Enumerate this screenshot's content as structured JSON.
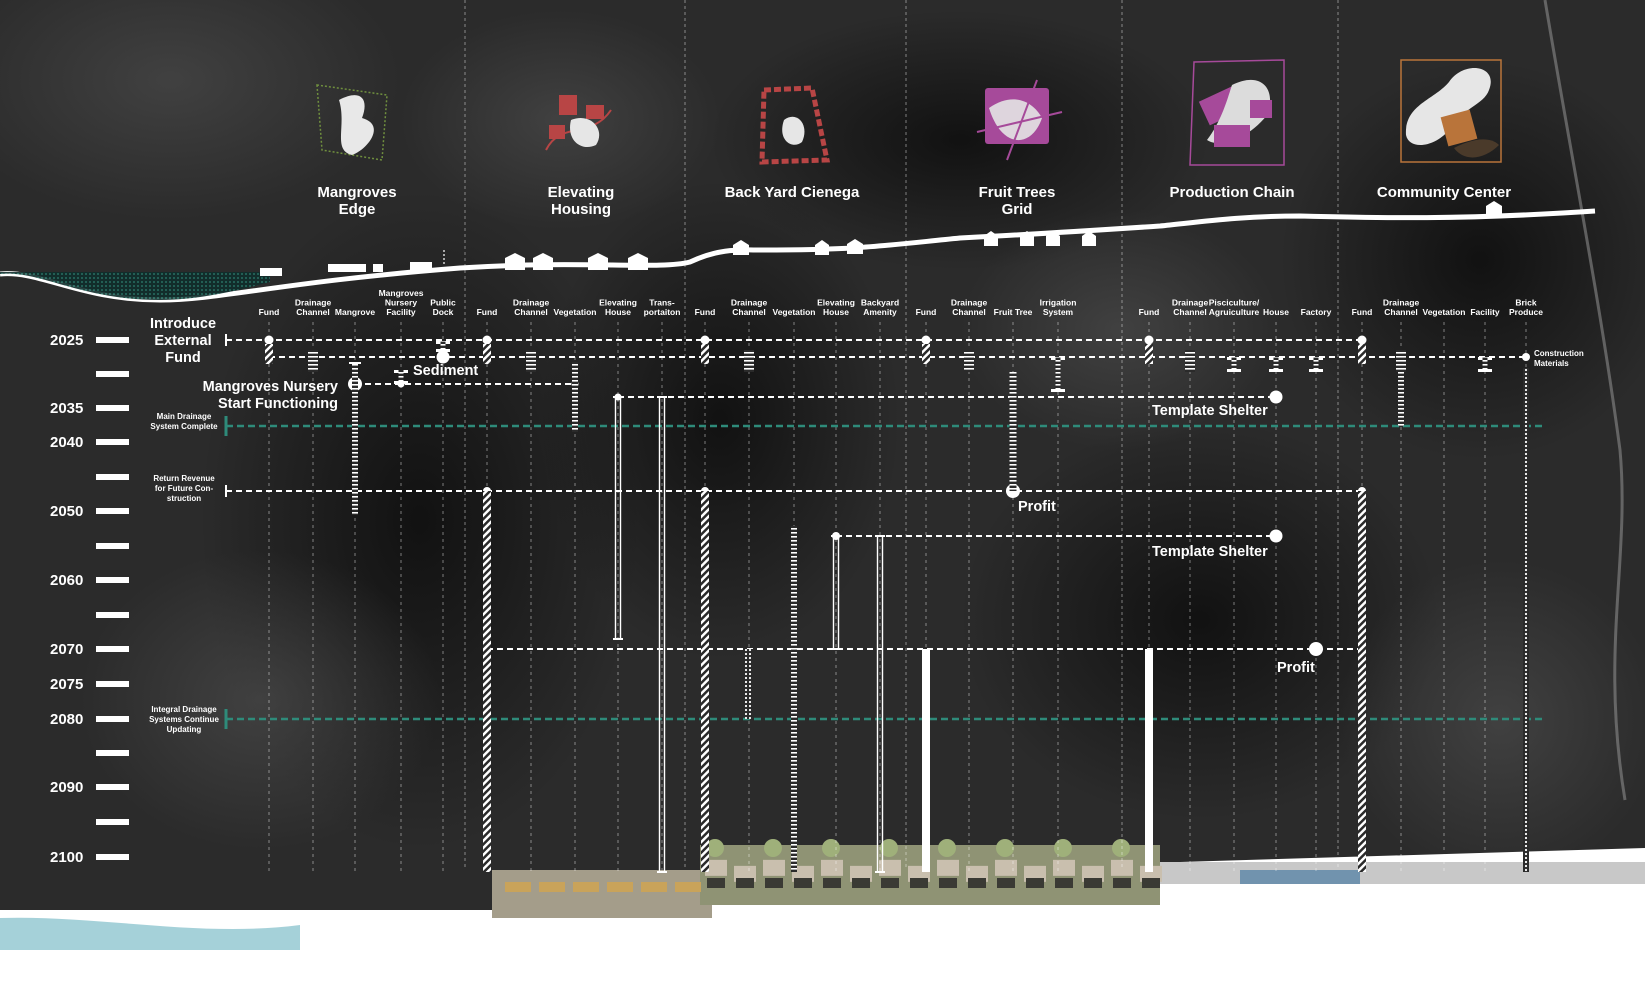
{
  "colors": {
    "background": "#2a2a2a",
    "timeline_line": "#ffffff",
    "drainage_milestone": "#2e8b7a",
    "zone_green": "#6f8f3e",
    "zone_red": "#b84545",
    "zone_purple": "#a64a9a",
    "zone_orange": "#b9743a"
  },
  "zones": [
    {
      "title_lines": [
        "Mangroves",
        "Edge"
      ],
      "icon": "mangrove-plan-icon"
    },
    {
      "title_lines": [
        "Elevating",
        "Housing"
      ],
      "icon": "housing-plan-icon"
    },
    {
      "title_lines": [
        "Back Yard Cienega"
      ],
      "icon": "cienega-plan-icon"
    },
    {
      "title_lines": [
        "Fruit Trees",
        "Grid"
      ],
      "icon": "fruit-grid-plan-icon"
    },
    {
      "title_lines": [
        "Production Chain"
      ],
      "icon": "production-plan-icon"
    },
    {
      "title_lines": [
        "Community Center"
      ],
      "icon": "community-plan-icon"
    }
  ],
  "columns": [
    {
      "label_lines": [
        "Fund"
      ]
    },
    {
      "label_lines": [
        "Drainage",
        "Channel"
      ]
    },
    {
      "label_lines": [
        "Mangrove"
      ]
    },
    {
      "label_lines": [
        "Mangroves",
        "Nursery",
        "Facility"
      ]
    },
    {
      "label_lines": [
        "Public",
        "Dock"
      ]
    },
    {
      "label_lines": [
        "Fund"
      ]
    },
    {
      "label_lines": [
        "Drainage",
        "Channel"
      ]
    },
    {
      "label_lines": [
        "Vegetation"
      ]
    },
    {
      "label_lines": [
        "Elevating",
        "House"
      ]
    },
    {
      "label_lines": [
        "Trans-",
        "portaiton"
      ]
    },
    {
      "label_lines": [
        "Fund"
      ]
    },
    {
      "label_lines": [
        "Drainage",
        "Channel"
      ]
    },
    {
      "label_lines": [
        "Vegetation"
      ]
    },
    {
      "label_lines": [
        "Elevating",
        "House"
      ]
    },
    {
      "label_lines": [
        "Backyard",
        "Amenity"
      ]
    },
    {
      "label_lines": [
        "Fund"
      ]
    },
    {
      "label_lines": [
        "Drainage",
        "Channel"
      ]
    },
    {
      "label_lines": [
        "Fruit Tree"
      ]
    },
    {
      "label_lines": [
        "Irrigation",
        "System"
      ]
    },
    {
      "label_lines": [
        "Fund"
      ]
    },
    {
      "label_lines": [
        "Drainage",
        "Channel"
      ]
    },
    {
      "label_lines": [
        "Pisciculture/",
        "Agruiculture"
      ]
    },
    {
      "label_lines": [
        "House"
      ]
    },
    {
      "label_lines": [
        "Factory"
      ]
    },
    {
      "label_lines": [
        "Fund"
      ]
    },
    {
      "label_lines": [
        "Drainage",
        "Channel"
      ]
    },
    {
      "label_lines": [
        "Vegetation"
      ]
    },
    {
      "label_lines": [
        "Facility"
      ]
    },
    {
      "label_lines": [
        "Brick",
        "Produce"
      ]
    }
  ],
  "years": [
    "2025",
    "2035",
    "2040",
    "2050",
    "2060",
    "2070",
    "2075",
    "2080",
    "2090",
    "2100"
  ],
  "milestones": [
    {
      "lines": [
        "Main Drainage",
        "System Complete"
      ]
    },
    {
      "lines": [
        "Return Revenue",
        "for Future Con-",
        "struction"
      ]
    },
    {
      "lines": [
        "Integral Drainage",
        "Systems Continue",
        "Updating"
      ]
    }
  ],
  "annotations": {
    "introduce_fund": [
      "Introduce",
      "External",
      "Fund"
    ],
    "sediment": "Sediment",
    "nursery": [
      "Mangroves Nursery",
      "Start Functioning"
    ],
    "template_shelter": "Template Shelter",
    "profit": "Profit",
    "construction_materials": [
      "Construction",
      "Materials"
    ]
  }
}
